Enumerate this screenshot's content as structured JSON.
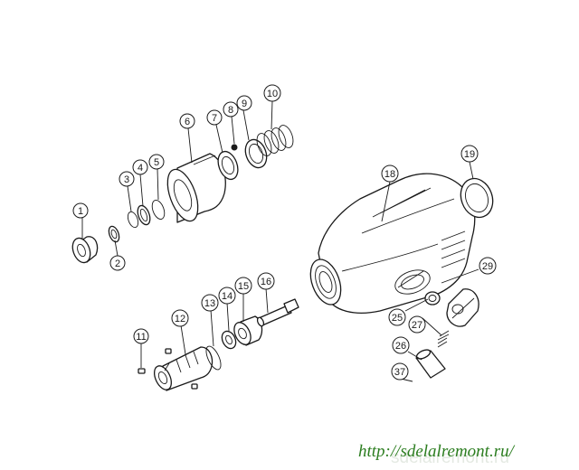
{
  "diagram": {
    "callouts": [
      "1",
      "2",
      "3",
      "4",
      "5",
      "6",
      "7",
      "8",
      "9",
      "10",
      "11",
      "12",
      "13",
      "14",
      "15",
      "16",
      "18",
      "19",
      "25",
      "26",
      "27",
      "29",
      "37"
    ]
  },
  "watermark": "sdelairemont.ru",
  "website_url": "http://sdelalremont.ru/"
}
